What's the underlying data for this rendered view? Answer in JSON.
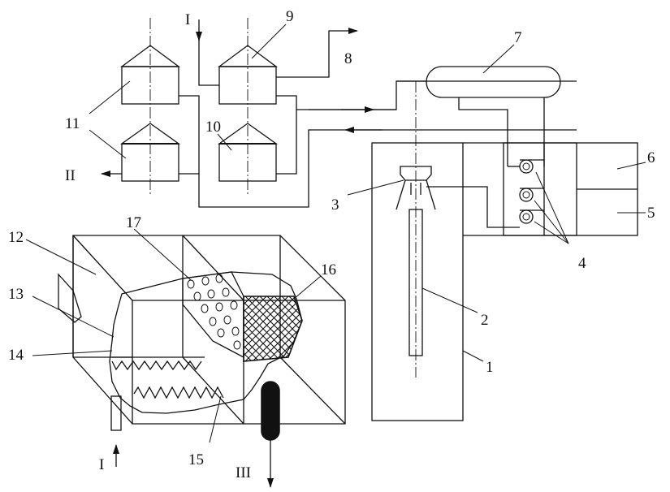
{
  "labels": {
    "n1": "1",
    "n2": "2",
    "n3": "3",
    "n4": "4",
    "n5": "5",
    "n6": "6",
    "n7": "7",
    "n8": "8",
    "n9": "9",
    "n10": "10",
    "n11": "11",
    "n12": "12",
    "n13": "13",
    "n14": "14",
    "n15": "15",
    "n16": "16",
    "n17": "17",
    "stream_I_top": "I",
    "stream_I_bottom": "I",
    "stream_II": "II",
    "stream_III": "III"
  },
  "colors": {
    "line": "#111111",
    "background": "#ffffff"
  }
}
